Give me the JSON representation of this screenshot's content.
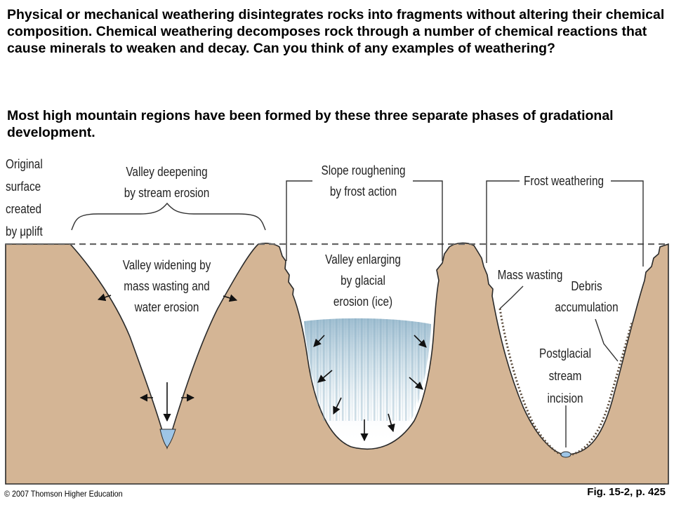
{
  "paragraphs": {
    "weathering": "Physical or mechanical weathering disintegrates rocks into fragments without altering their chemical composition.  Chemical weathering decomposes rock through a number of chemical reactions that cause minerals to weaken and decay.  Can you think of any examples of weathering?",
    "mountains": "Most high mountain regions have been formed by these three separate phases of gradational development."
  },
  "diagram": {
    "original_surface": [
      "Original",
      "surface",
      "created",
      "by uplift"
    ],
    "valley_deepening": [
      "Valley deepening",
      "by stream erosion"
    ],
    "valley_widening": [
      "Valley widening by",
      "mass wasting and",
      "water erosion"
    ],
    "slope_roughening": [
      "Slope roughening",
      "by frost action"
    ],
    "valley_enlarging": [
      "Valley enlarging",
      "by glacial",
      "erosion (ice)"
    ],
    "frost_weathering": "Frost weathering",
    "mass_wasting": "Mass wasting",
    "debris_accumulation": [
      "Debris",
      "accumulation"
    ],
    "postglacial": [
      "Postglacial",
      "stream",
      "incision"
    ]
  },
  "footer": {
    "copyright": "© 2007 Thomson Higher Education",
    "figure_ref": "Fig. 15-2, p. 425"
  },
  "colors": {
    "rock": "#d4b595",
    "water": "#9ec5e6",
    "ice": "#a9c4d6",
    "dashed_line": "#666666"
  }
}
